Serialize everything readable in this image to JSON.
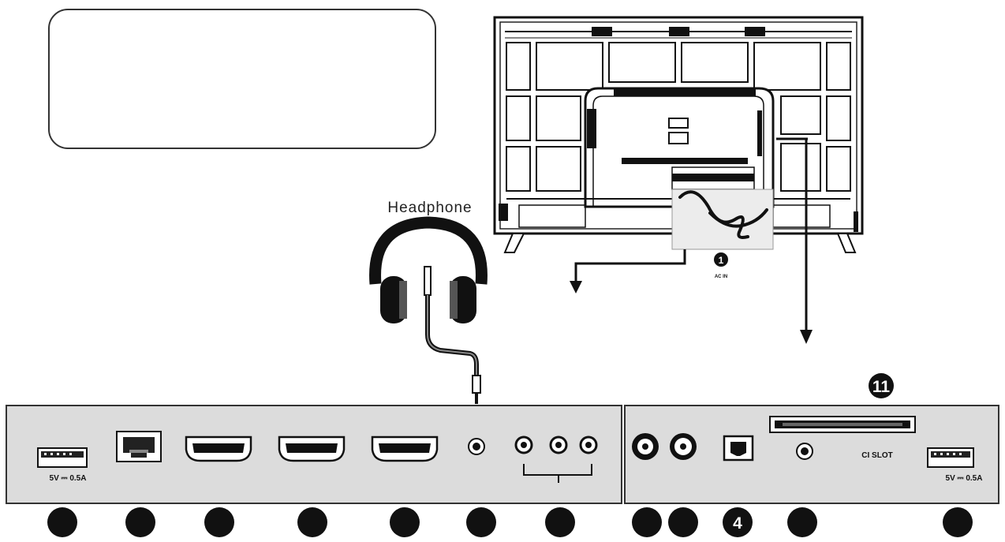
{
  "headphone": {
    "label": "Headphone"
  },
  "rear_panel": {
    "acin_label": "AC IN",
    "acin_number": "1"
  },
  "ports": {
    "usb_left_label": "5V ⎓ 0.5A",
    "usb_right_label": "5V ⎓ 0.5A",
    "ci_slot_label": "CI SLOT",
    "ci_slot_number": "11",
    "optical_number": "4"
  },
  "colors": {
    "panel": "#dcdcdc",
    "line": "#1a1a1a",
    "marker": "#1a1a1a"
  }
}
